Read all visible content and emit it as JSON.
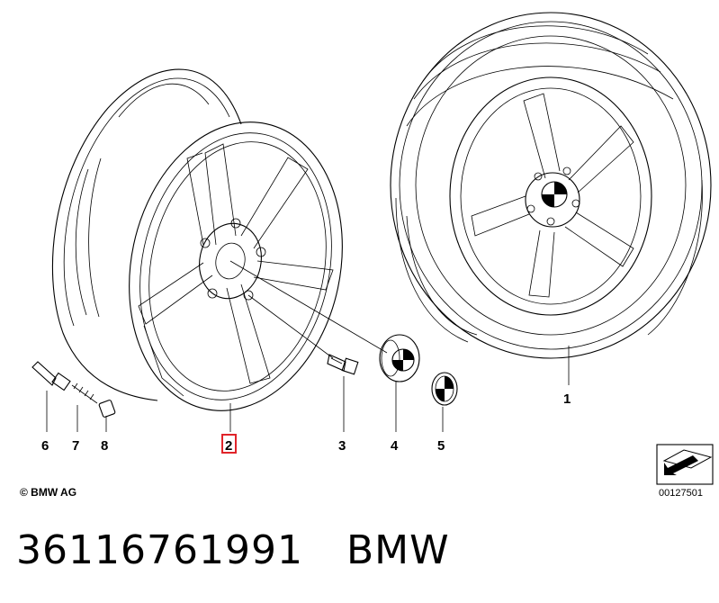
{
  "diagram": {
    "callouts": {
      "c1": "1",
      "c2": "2",
      "c3": "3",
      "c4": "4",
      "c5": "5",
      "c6": "6",
      "c7": "7",
      "c8": "8"
    },
    "copyright": "© BMW AG",
    "doc_number": "00127501",
    "highlighted_callout": "2",
    "highlight_color": "#e0242a"
  },
  "caption": {
    "part_number": "36116761991",
    "brand": "BMW"
  }
}
